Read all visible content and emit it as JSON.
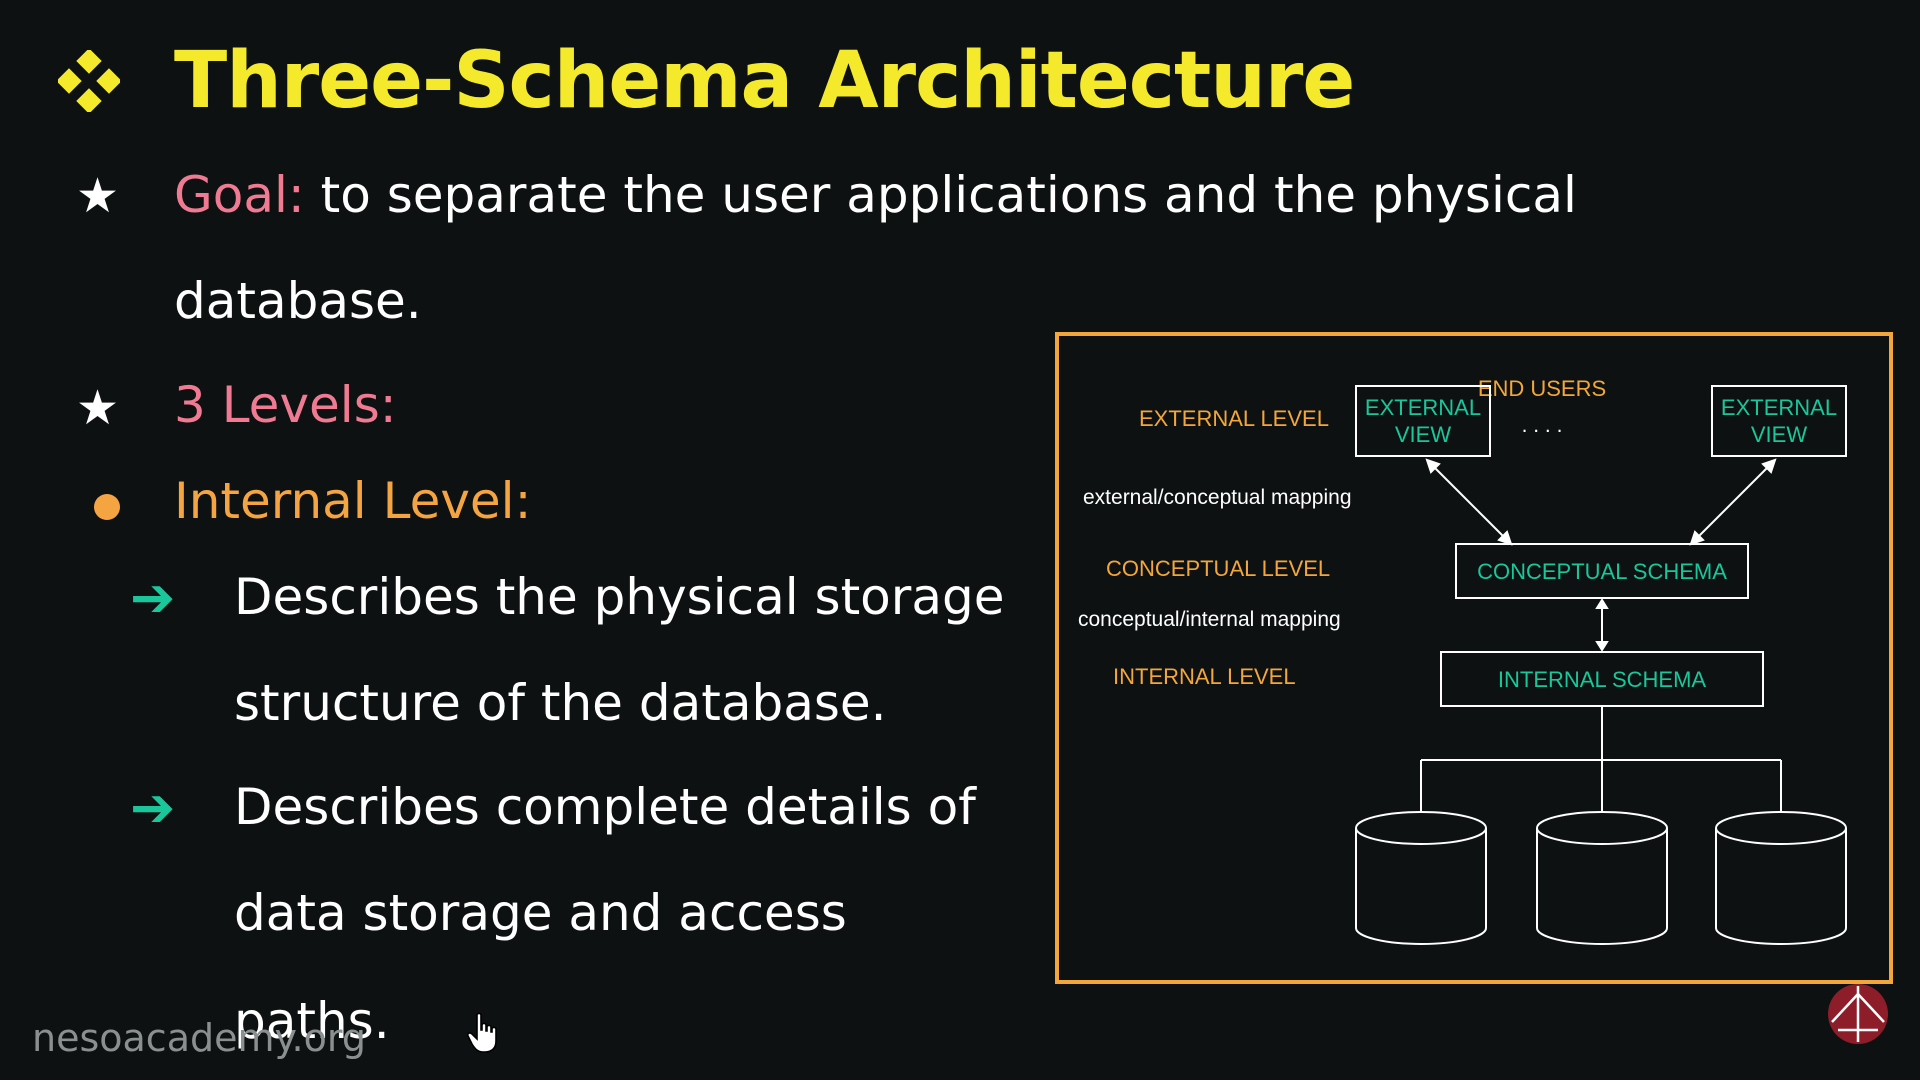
{
  "slide": {
    "title": "Three-Schema Architecture",
    "goal_label": "Goal:",
    "goal_text_line1": "to separate the user applications and the physical",
    "goal_text_line2": "database.",
    "levels_label": "3 Levels:",
    "internal_label": "Internal Level:",
    "point1_line1": "Describes the physical storage",
    "point1_line2": "structure of the database.",
    "point2_line1": "Describes complete details of",
    "point2_line2": "data storage and access",
    "point2_line3": "paths.",
    "watermark": "nesoacademy.org"
  },
  "diagram": {
    "external_level": "EXTERNAL LEVEL",
    "external_mapping": "external/conceptual mapping",
    "conceptual_level": "CONCEPTUAL LEVEL",
    "internal_mapping": "conceptual/internal mapping",
    "internal_level": "INTERNAL LEVEL",
    "end_users": "END USERS",
    "dots": ". . . .",
    "external_view_line1": "EXTERNAL",
    "external_view_line2": "VIEW",
    "conceptual_schema": "CONCEPTUAL SCHEMA",
    "internal_schema": "INTERNAL SCHEMA"
  },
  "colors": {
    "title": "#f4ea2b",
    "pink": "#f07a92",
    "orange": "#f5a442",
    "green": "#19c79a",
    "border": "#f3a63a",
    "background": "#0d1112"
  }
}
